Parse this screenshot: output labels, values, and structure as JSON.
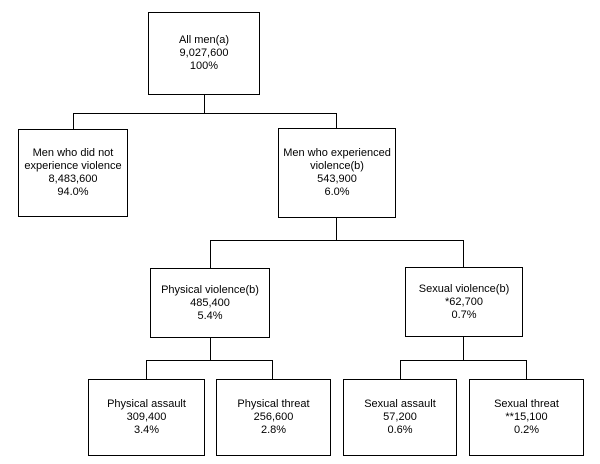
{
  "diagram": {
    "type": "tree",
    "colors": {
      "background": "#ffffff",
      "box_border": "#000000",
      "line": "#000000",
      "text": "#000000"
    },
    "nodes": [
      {
        "id": "all-men",
        "label": "All men(a)",
        "value": "9,027,600",
        "percent": "100%"
      },
      {
        "id": "men-no-violence",
        "label": "Men who did not experience violence",
        "value": "8,483,600",
        "percent": "94.0%"
      },
      {
        "id": "men-experienced-violence",
        "label": "Men who experienced violence(b)",
        "value": "543,900",
        "percent": "6.0%"
      },
      {
        "id": "physical-violence",
        "label": "Physical violence(b)",
        "value": "485,400",
        "percent": "5.4%"
      },
      {
        "id": "sexual-violence",
        "label": "Sexual violence(b)",
        "value": "*62,700",
        "percent": "0.7%"
      },
      {
        "id": "physical-assault",
        "label": "Physical assault",
        "value": "309,400",
        "percent": "3.4%"
      },
      {
        "id": "physical-threat",
        "label": "Physical threat",
        "value": "256,600",
        "percent": "2.8%"
      },
      {
        "id": "sexual-assault",
        "label": "Sexual assault",
        "value": "57,200",
        "percent": "0.6%"
      },
      {
        "id": "sexual-threat",
        "label": "Sexual threat",
        "value": "**15,100",
        "percent": "0.2%"
      }
    ],
    "edges": [
      {
        "from": "all-men",
        "to": "men-no-violence"
      },
      {
        "from": "all-men",
        "to": "men-experienced-violence"
      },
      {
        "from": "men-experienced-violence",
        "to": "physical-violence"
      },
      {
        "from": "men-experienced-violence",
        "to": "sexual-violence"
      },
      {
        "from": "physical-violence",
        "to": "physical-assault"
      },
      {
        "from": "physical-violence",
        "to": "physical-threat"
      },
      {
        "from": "sexual-violence",
        "to": "sexual-assault"
      },
      {
        "from": "sexual-violence",
        "to": "sexual-threat"
      }
    ]
  }
}
